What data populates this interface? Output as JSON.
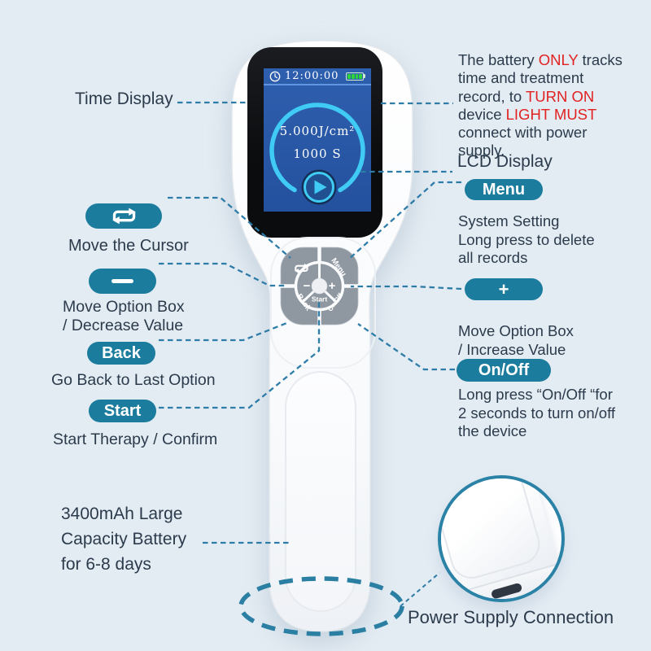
{
  "colors": {
    "accent_teal": "#1b7c9d",
    "dash_blue": "#2e7ca8",
    "highlight_red": "#e02222",
    "lcd_blue": "#2a5aab",
    "ring_cyan": "#3fcbf4",
    "battery_green": "#2ed53a",
    "text_dark": "#2b3b4c"
  },
  "screen": {
    "time": "12:00:00",
    "dose": "5.000J/cm²",
    "duration": "1000 S"
  },
  "pad": {
    "minus": "−",
    "plus": "+",
    "start": "Start",
    "menu": "Menu",
    "back": "Back",
    "onoff": "On/Off"
  },
  "annotations": {
    "time_display": "Time Display",
    "move_cursor": {
      "label": "Move the Cursor"
    },
    "decrease": {
      "pill": "−",
      "lines": [
        "Move Option Box",
        "/ Decrease Value"
      ]
    },
    "back": {
      "pill": "Back",
      "desc": "Go Back to Last Option"
    },
    "start": {
      "pill": "Start",
      "desc": "Start Therapy / Confirm"
    },
    "battery_capacity": {
      "lines": [
        "3400mAh Large",
        "Capacity Battery",
        "for 6-8 days"
      ]
    },
    "battery_note": {
      "segments": [
        {
          "t": "The battery ",
          "red": false
        },
        {
          "t": "ONLY",
          "red": true
        },
        {
          "t": " tracks time and treatment record, to ",
          "red": false
        },
        {
          "t": "TURN ON",
          "red": true
        },
        {
          "t": " device ",
          "red": false
        },
        {
          "t": "LIGHT MUST",
          "red": true
        },
        {
          "t": " connect with power supply.",
          "red": false
        }
      ]
    },
    "lcd_display": "LCD Display",
    "menu": {
      "pill": "Menu",
      "lines": [
        "System Setting",
        "Long press to delete",
        "all records"
      ]
    },
    "increase": {
      "pill": "+",
      "lines": [
        "Move Option Box",
        "/ Increase Value"
      ]
    },
    "onoff": {
      "pill": "On/Off",
      "lines": [
        "Long press “On/Off “for",
        "2 seconds to turn on/off",
        "the device"
      ]
    },
    "power_supply": "Power Supply Connection"
  }
}
